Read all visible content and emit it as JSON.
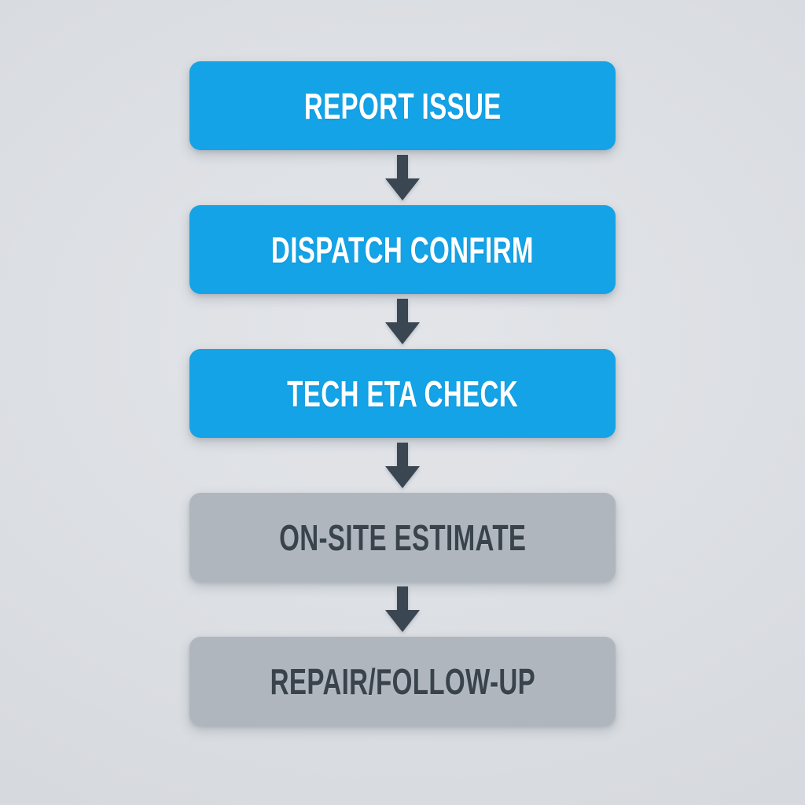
{
  "diagram": {
    "type": "flowchart",
    "orientation": "vertical",
    "steps": [
      {
        "label": "REPORT ISSUE",
        "variant": "blue"
      },
      {
        "label": "DISPATCH CONFIRM",
        "variant": "blue"
      },
      {
        "label": "TECH ETA CHECK",
        "variant": "blue"
      },
      {
        "label": "ON-SITE ESTIMATE",
        "variant": "gray"
      },
      {
        "label": "REPAIR/FOLLOW-UP",
        "variant": "gray"
      }
    ],
    "connectors": {
      "style": "down-arrow",
      "count": 4
    },
    "colors": {
      "blue": "#14a3e6",
      "gray": "#b0b6bd",
      "arrow": "#3a4651",
      "background": "#dde0e4",
      "text_on_blue": "#ffffff",
      "text_on_gray": "#39434c"
    }
  }
}
